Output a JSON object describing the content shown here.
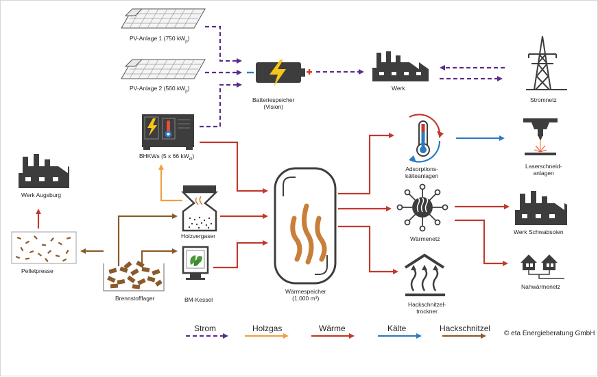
{
  "labels": {
    "pv1_main": "PV-Anlage 1 (750 kW",
    "pv1_sub": "p",
    "pv2_main": "PV-Anlage 2 (560 kW",
    "pv2_sub": "p",
    "battery_line1": "Batteriespeicher",
    "battery_line2": "(Vision)",
    "werk": "Werk",
    "stromnetz": "Stromnetz",
    "bhkw_main": "BHKWs (5 x 66 kW",
    "bhkw_sub": "el",
    "adsorption_line1": "Adsorptions-",
    "adsorption_line2": "kälteanlagen",
    "laser_line1": "Laserschneid-",
    "laser_line2": "anlagen",
    "werk_augsburg": "Werk  Augsburg",
    "holzvergaser": "Holzvergaser",
    "waermenetz": "Wärmenetz",
    "werk_schwabsoien": "Werk  Schwabsoien",
    "pelletpresse": "Pelletpresse",
    "nahwaermenetz": "Nahwärmenetz",
    "brennstofflager": "Brennstofflager",
    "bm_kessel": "BM-Kessel",
    "waermespeicher_line1": "Wärmespeicher",
    "waermespeicher_line2": "(1.000 m³)",
    "hack_line1": "Hackschnitzel-",
    "hack_line2": "trockner"
  },
  "legend": [
    {
      "label": "Strom",
      "color": "#5b2c8c",
      "style": "dashed"
    },
    {
      "label": "Holzgas",
      "color": "#f0a040",
      "style": "solid"
    },
    {
      "label": "Wärme",
      "color": "#c0392b",
      "style": "solid"
    },
    {
      "label": "Kälte",
      "color": "#2b7bc0",
      "style": "solid"
    },
    {
      "label": "Hackschnitzel",
      "color": "#8a5a2b",
      "style": "solid"
    }
  ],
  "copyright": "© eta Energieberatung GmbH",
  "colors": {
    "strom": "#5b2c8c",
    "holzgas": "#f0a040",
    "waerme": "#c0392b",
    "kaelte": "#2b7bc0",
    "hackschnitzel": "#8a5a2b",
    "icon": "#3d3d3d",
    "flame": "#c87f3a",
    "battery_bolt": "#f5c518",
    "battery_plus": "#d93b2b",
    "battery_minus": "#1f77c0"
  }
}
